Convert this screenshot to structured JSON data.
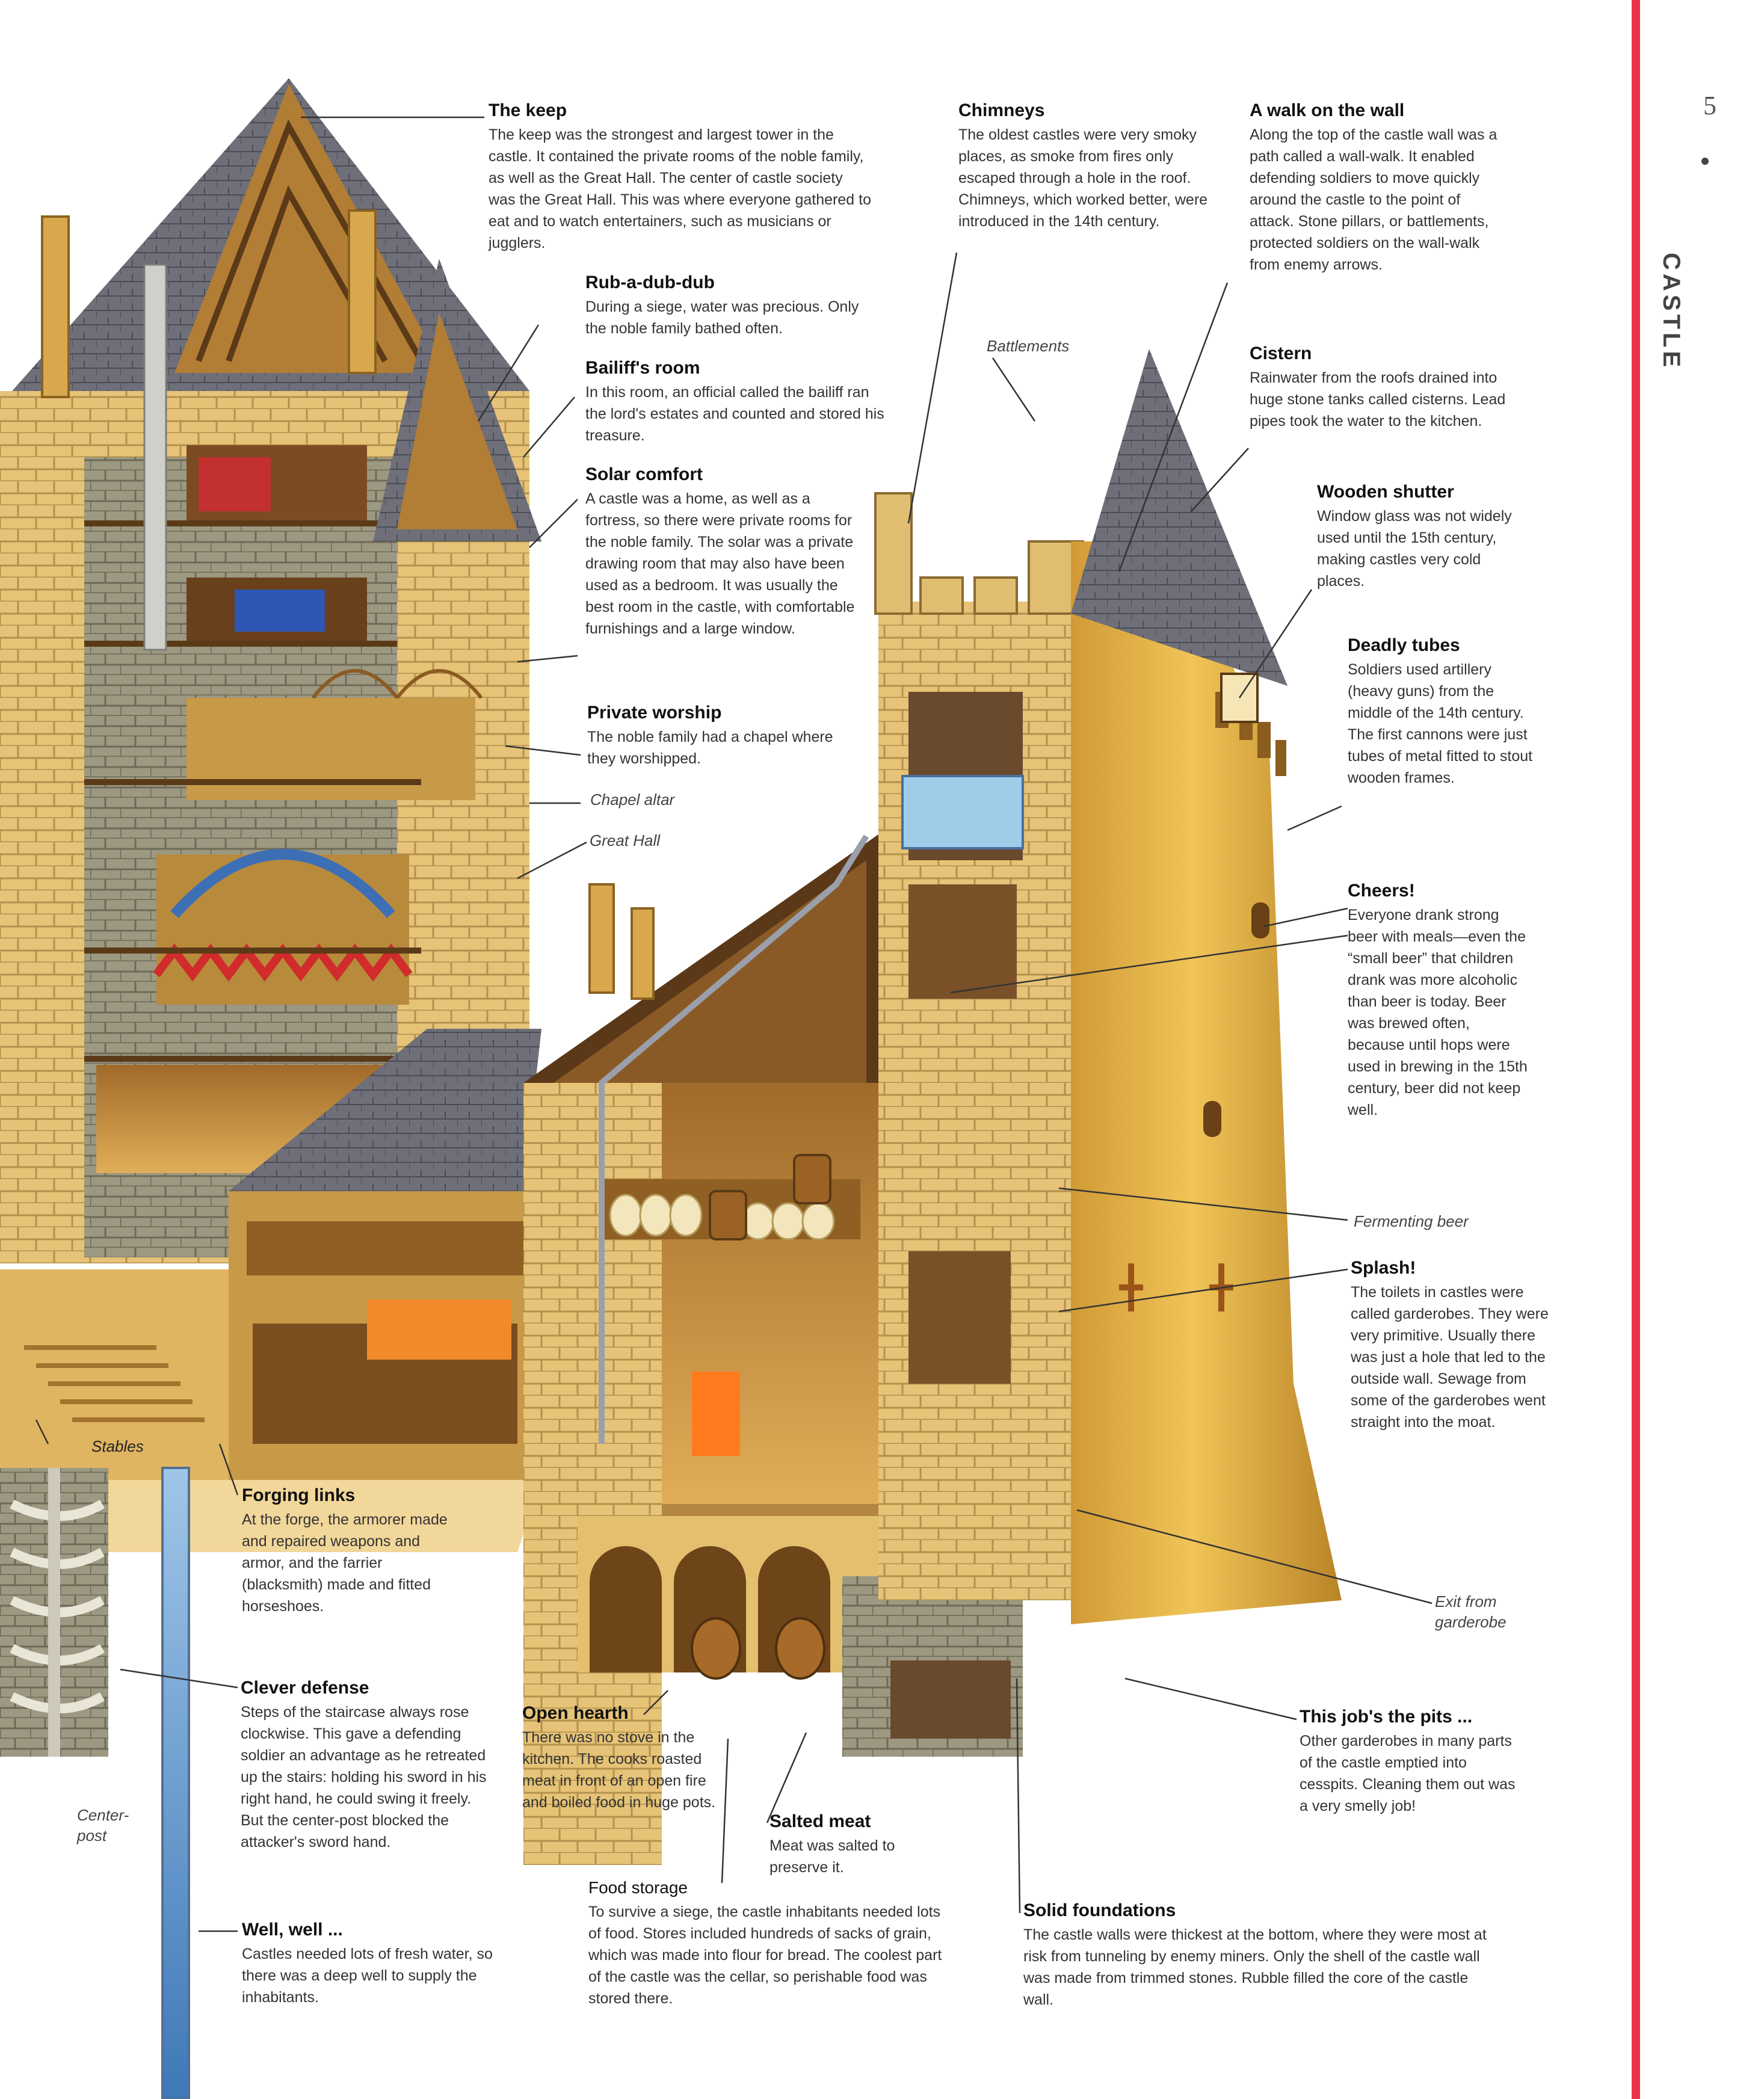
{
  "page": {
    "number": "5",
    "running_head": "CASTLE"
  },
  "callouts": {
    "keep": {
      "title": "The keep",
      "body": "The keep was the strongest and largest tower in the castle. It contained the private rooms of the noble family, as well as the Great Hall. The center of castle society was the Great Hall. This was where everyone gathered to eat and to watch entertainers, such as musicians or jugglers."
    },
    "chimneys": {
      "title": "Chimneys",
      "body": "The oldest castles were very smoky places, as smoke from fires only escaped through a hole in the roof. Chimneys, which worked better, were introduced in the 14th century."
    },
    "walk": {
      "title": "A walk on the wall",
      "body": "Along the top of the castle wall was a path called a wall-walk. It enabled defending soldiers to move quickly around the castle to the point of attack. Stone pillars, or battlements, protected soldiers on the wall-walk from enemy arrows."
    },
    "rub": {
      "title": "Rub-a-dub-dub",
      "body": "During a siege, water was precious. Only the noble family bathed often."
    },
    "bailiff": {
      "title": "Bailiff's room",
      "body": "In this room, an official called the bailiff ran the lord's estates and counted and stored his treasure."
    },
    "cistern": {
      "title": "Cistern",
      "body": "Rainwater from the roofs drained into huge stone tanks called cisterns. Lead pipes took the water to the kitchen."
    },
    "solar": {
      "title": "Solar comfort",
      "body": "A castle was a home, as well as a fortress, so there were private rooms for the noble family. The solar was a private drawing room that may also have been used as a bedroom. It was usually the best room in the castle, with comfortable furnishings and a large window."
    },
    "shutter": {
      "title": "Wooden shutter",
      "body": "Window glass was not widely used until the 15th century, making castles very cold places."
    },
    "tubes": {
      "title": "Deadly tubes",
      "body": "Soldiers used artillery (heavy guns) from the middle of the 14th century. The first cannons were just tubes of metal fitted to stout wooden frames."
    },
    "worship": {
      "title": "Private worship",
      "body": "The noble family had a chapel where they worshipped."
    },
    "cheers": {
      "title": "Cheers!",
      "body": "Everyone drank strong beer with meals—even the “small beer” that children drank was more alcoholic than beer is today. Beer was brewed often, because until hops were used in brewing in the 15th century, beer did not keep well."
    },
    "splash": {
      "title": "Splash!",
      "body": "The toilets in castles were called garderobes. They were very primitive. Usually there was just a hole that led to the outside wall. Sewage from some of the garderobes went straight into the moat."
    },
    "forging": {
      "title": "Forging links",
      "body": "At the forge, the armorer made and repaired weapons and armor, and the farrier (blacksmith) made and fitted horseshoes."
    },
    "defense": {
      "title": "Clever defense",
      "body": "Steps of the staircase always rose clockwise. This gave a defending soldier an advantage as he retreated up the stairs: holding his sword in his right hand, he could swing it freely. But the center-post blocked the attacker's sword hand."
    },
    "hearth": {
      "title": "Open hearth",
      "body": "There was no stove in the kitchen. The cooks roasted meat in front of an open fire and boiled food in huge pots."
    },
    "salted": {
      "title": "Salted meat",
      "body": "Meat was salted to preserve it."
    },
    "pits": {
      "title": "This job's the pits ...",
      "body": "Other garderobes in many parts of the castle emptied into cesspits. Cleaning them out was a very smelly job!"
    },
    "well": {
      "title": "Well, well ...",
      "body": "Castles needed lots of fresh water, so there was a deep well to supply the inhabitants."
    },
    "food": {
      "title": "Food storage",
      "body": "To survive a siege, the castle inhabitants needed lots of food. Stores included hundreds of sacks of grain, which was made into flour for bread. The coolest part of the castle was the cellar, so perishable food was stored there."
    },
    "foundations": {
      "title": "Solid foundations",
      "body": "The castle walls were thickest at the bottom, where they were most at risk from tunneling by enemy miners. Only the shell of the castle wall was made from trimmed stones. Rubble filled the core of the castle wall."
    }
  },
  "captions": {
    "battlements": "Battlements",
    "chapel_altar": "Chapel altar",
    "great_hall": "Great Hall",
    "fermenting": "Fermenting beer",
    "exit": "Exit from garderobe",
    "stables": "Stables",
    "centerpost": "Center-post"
  }
}
